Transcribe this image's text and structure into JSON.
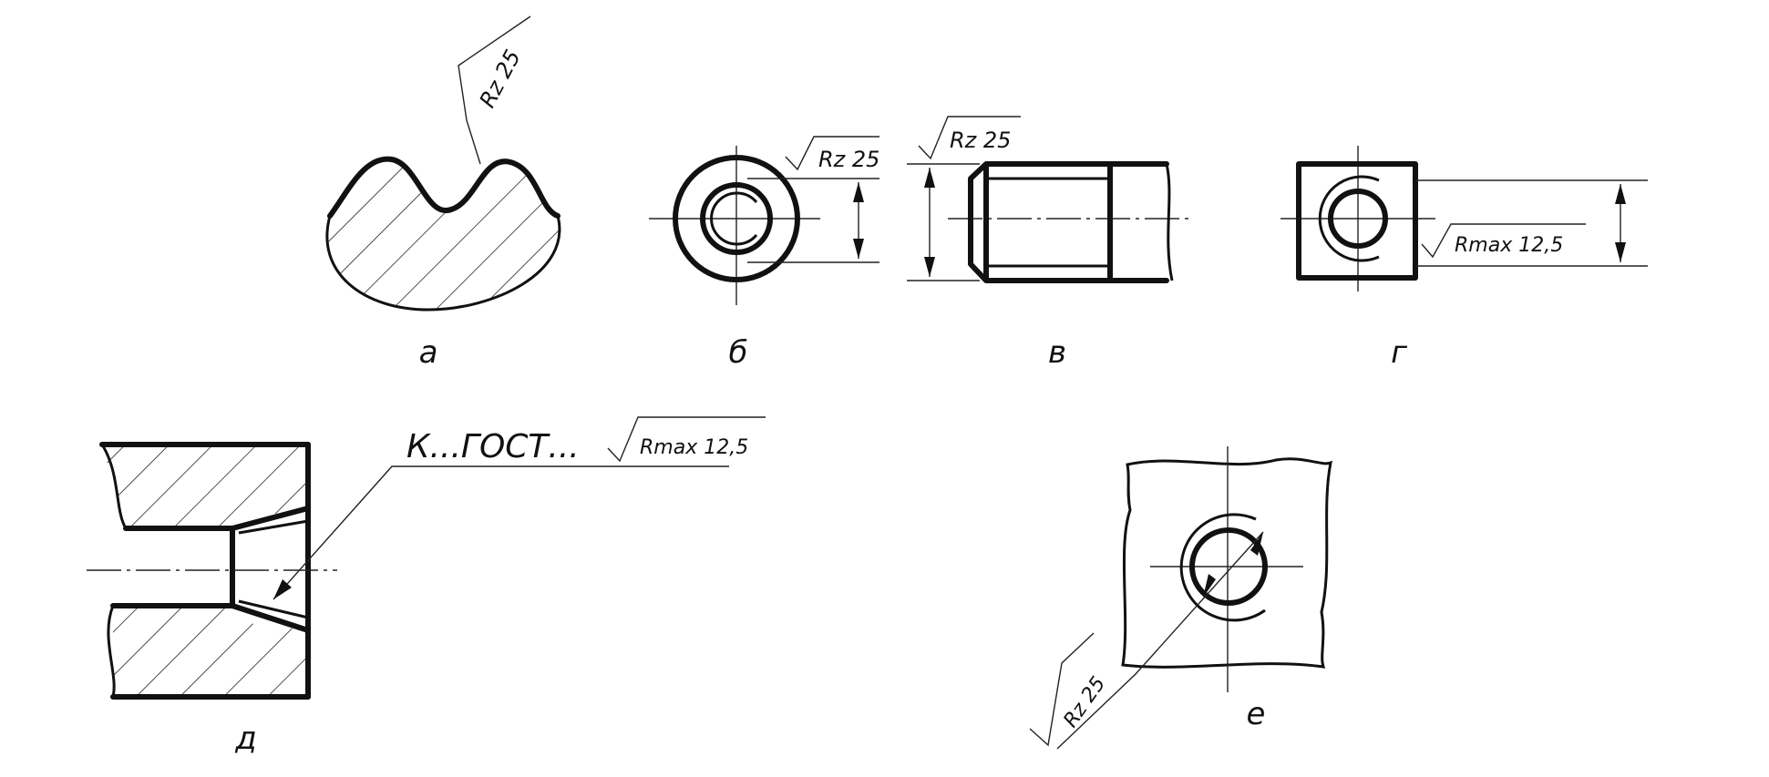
{
  "figures": {
    "a": {
      "label": "а",
      "roughness": "Rz 25"
    },
    "b": {
      "label": "б",
      "roughness": "Rz 25"
    },
    "v": {
      "label": "в",
      "roughness": "Rz 25"
    },
    "g": {
      "label": "г",
      "roughness": "Rmax 12,5"
    },
    "d": {
      "label": "д",
      "note": "К...ГОСТ...",
      "roughness": "Rmax 12,5"
    },
    "e": {
      "label": "е",
      "roughness": "Rz 25"
    }
  }
}
